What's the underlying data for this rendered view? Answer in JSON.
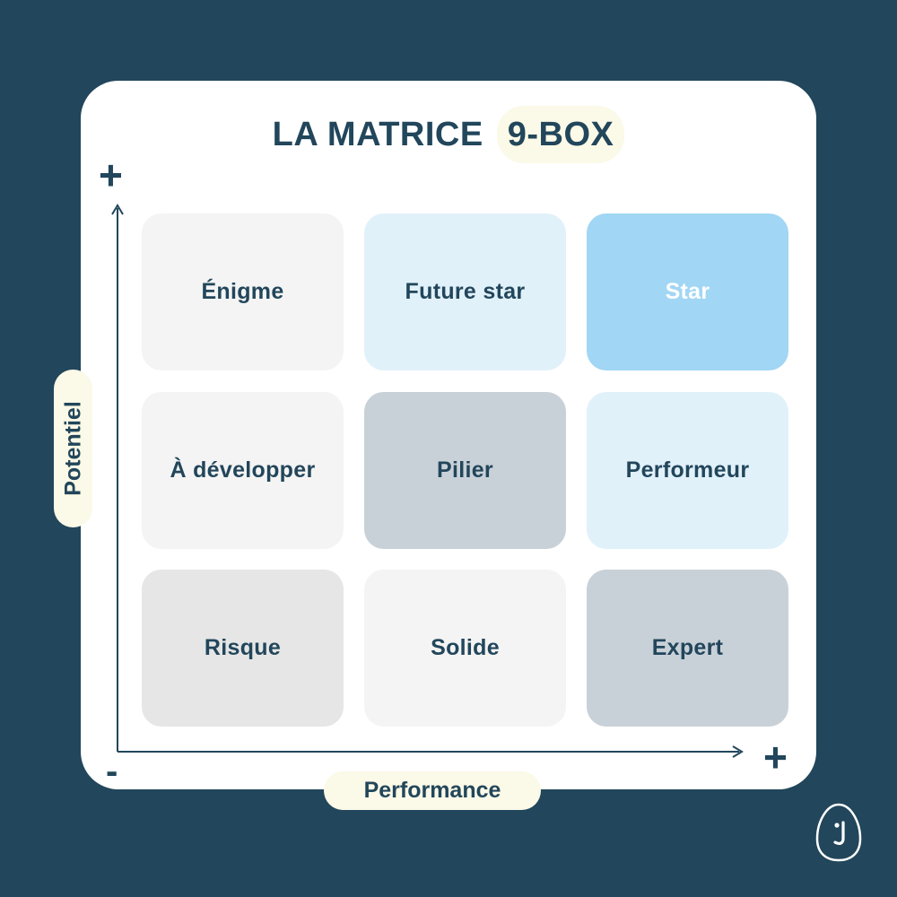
{
  "title": {
    "main": "LA MATRICE",
    "highlight": "9-BOX"
  },
  "axes": {
    "y_plus": "+",
    "x_plus": "+",
    "origin_minus": "-",
    "x_label": "Performance",
    "y_label": "Potentiel"
  },
  "boxes": [
    {
      "label": "Énigme",
      "color": "#f4f4f4",
      "text_color": "#22465b"
    },
    {
      "label": "Future star",
      "color": "#e1f1fa",
      "text_color": "#22465b"
    },
    {
      "label": "Star",
      "color": "#a1d6f4",
      "text_color": "#ffffff"
    },
    {
      "label": "À développer",
      "color": "#f4f4f4",
      "text_color": "#22465b"
    },
    {
      "label": "Pilier",
      "color": "#c9d1d8",
      "text_color": "#22465b"
    },
    {
      "label": "Performeur",
      "color": "#e1f1fa",
      "text_color": "#22465b"
    },
    {
      "label": "Risque",
      "color": "#e6e6e6",
      "text_color": "#22465b"
    },
    {
      "label": "Solide",
      "color": "#f4f4f4",
      "text_color": "#22465b"
    },
    {
      "label": "Expert",
      "color": "#c9d1d8",
      "text_color": "#22465b"
    }
  ],
  "colors": {
    "background": "#22465b",
    "card": "#ffffff",
    "accent_pill": "#fbf9e7",
    "text": "#22465b"
  },
  "logo_icon": "j-egg-logo-icon"
}
